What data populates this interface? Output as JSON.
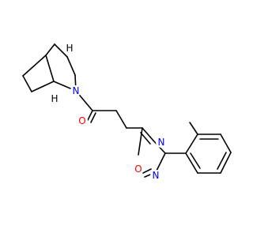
{
  "molecule": {
    "atoms": [
      {
        "id": "N_amide",
        "symbol": "N",
        "color": "#0000ff"
      },
      {
        "id": "O_carbonyl",
        "symbol": "O",
        "color": "#ff0000"
      },
      {
        "id": "O_ring",
        "symbol": "O",
        "color": "#ff0000"
      },
      {
        "id": "N_ring_top",
        "symbol": "N",
        "color": "#0000ff"
      },
      {
        "id": "N_ring_bottom",
        "symbol": "N",
        "color": "#0000ff"
      }
    ],
    "stereo_labels": [
      {
        "id": "H_top",
        "symbol": "H",
        "color": "#000000"
      },
      {
        "id": "H_bottom",
        "symbol": "H",
        "color": "#000000"
      }
    ]
  }
}
